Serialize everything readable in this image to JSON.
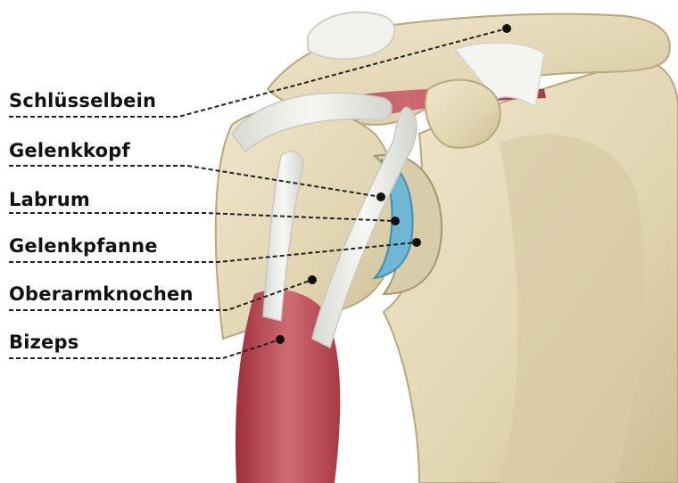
{
  "labels": {
    "schluesselbein": "Schlüsselbein",
    "gelenkkopf": "Gelenkkopf",
    "labrum": "Labrum",
    "gelenkpfanne": "Gelenkpfanne",
    "oberarmknochen": "Oberarmknochen",
    "bizeps": "Bizeps"
  },
  "colors": {
    "bone": "#e6dcc0",
    "bone_shadow": "#c9b98f",
    "muscle": "#c4525c",
    "tendon": "#eeeeea",
    "labrum": "#6fb7d3",
    "leader_line": "#222222"
  }
}
